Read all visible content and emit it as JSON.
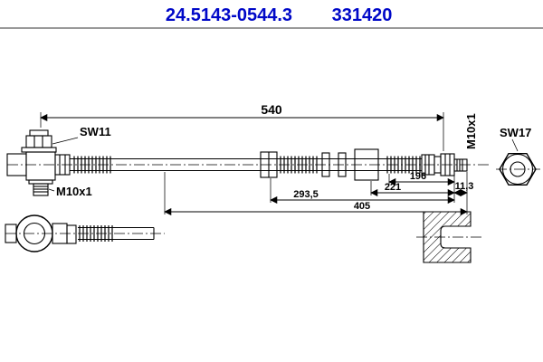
{
  "colors": {
    "accent": "#0008c8",
    "line": "#000000"
  },
  "header": {
    "part_number": "24.5143-0544.3",
    "ref_number": "331420"
  },
  "dimensions": {
    "overall_length": "540",
    "len_405": "405",
    "len_293_5": "293,5",
    "len_221": "221",
    "len_196": "196",
    "len_11_3": "11,3"
  },
  "labels": {
    "hex_left": "SW11",
    "thread_left": "M10x1",
    "thread_right": "M10x1",
    "hex_right": "SW17"
  }
}
